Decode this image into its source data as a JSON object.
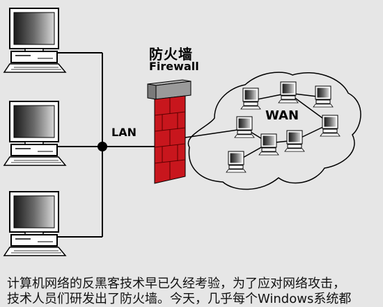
{
  "labels": {
    "firewall_cn": "防火墙",
    "firewall_en": "Firewall",
    "lan": "LAN",
    "wan": "WAN"
  },
  "caption": {
    "line1": "计算机网络的反黑客技术早已久经考验，为了应对网络攻击，",
    "line2": "技术人员们研发出了防火墙。今天，几乎每个Windows系统都"
  },
  "colors": {
    "firewall_brick": "#c8161d",
    "firewall_top": "#8c8c8c",
    "background": "#e6e6e6"
  }
}
